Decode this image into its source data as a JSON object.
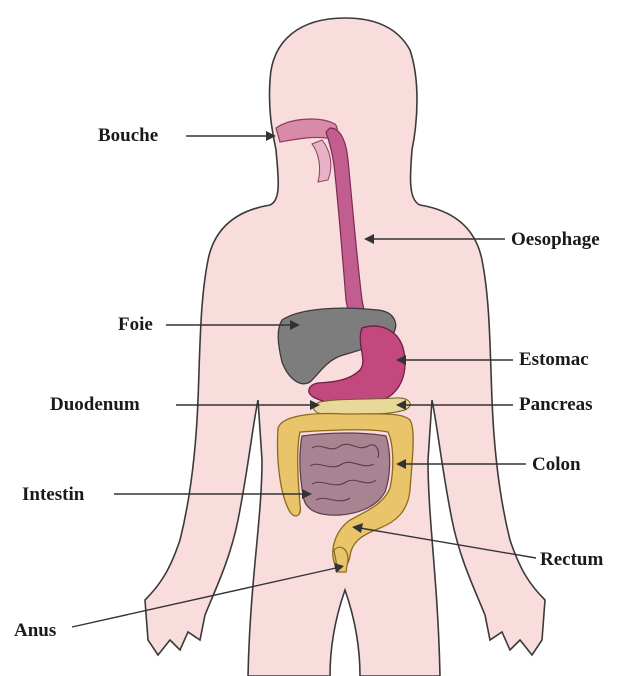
{
  "labels": {
    "bouche": "Bouche",
    "oesophage": "Oesophage",
    "foie": "Foie",
    "estomac": "Estomac",
    "duodenum": "Duodenum",
    "pancreas": "Pancreas",
    "colon": "Colon",
    "intestin": "Intestin",
    "rectum": "Rectum",
    "anus": "Anus"
  },
  "colors": {
    "skin": "#f9dcdc",
    "esophagus": "#c25d8f",
    "stomach": "#c2487e",
    "liver": "#7d7d7d",
    "colon": "#e9c46b",
    "small_intestine": "#a88392",
    "pancreas": "#e8d89a"
  }
}
